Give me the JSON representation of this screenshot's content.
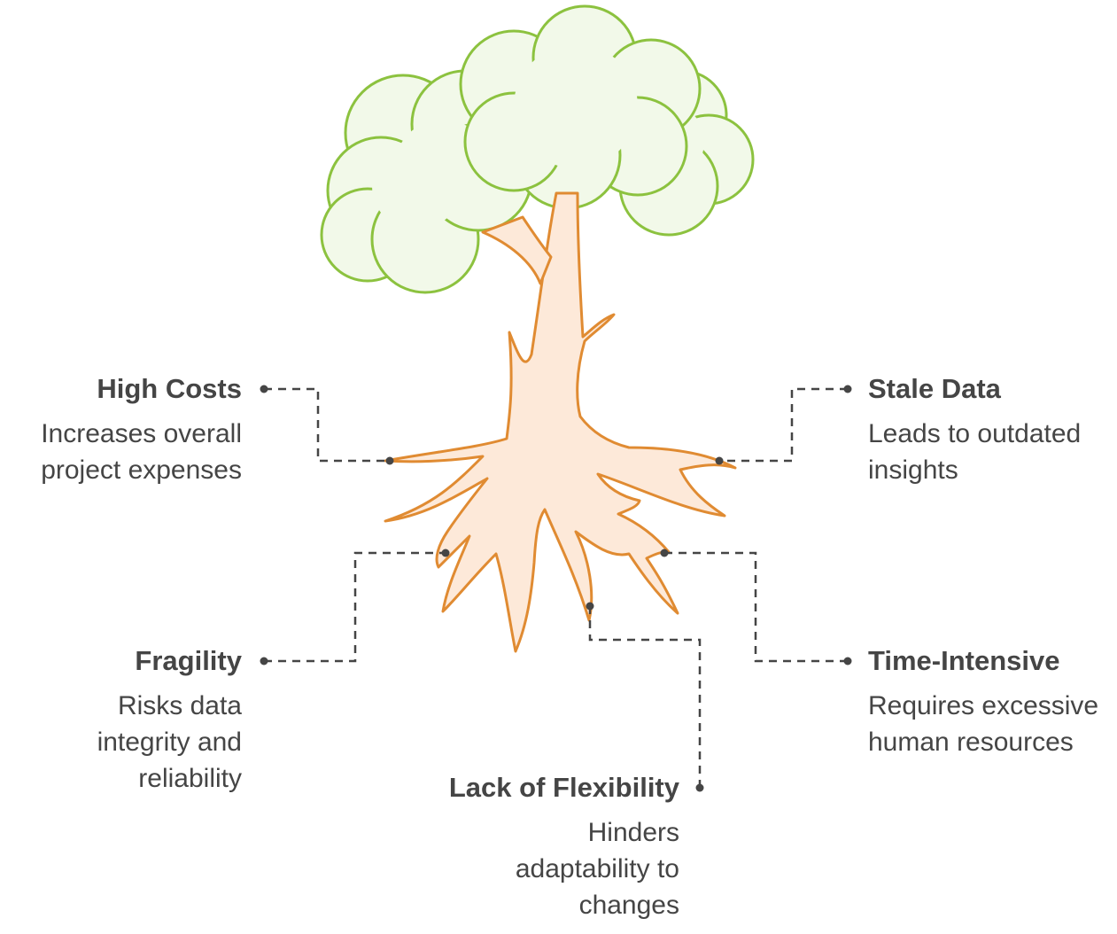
{
  "diagram": {
    "colors": {
      "canopy_fill": "#f2f9e9",
      "canopy_stroke": "#8cc23f",
      "trunk_fill": "#fde9d9",
      "trunk_stroke": "#e08b32",
      "text": "#454545",
      "connector": "#454545"
    },
    "items": [
      {
        "title": "High Costs",
        "description": "Increases overall project expenses"
      },
      {
        "title": "Stale Data",
        "description": "Leads to outdated insights"
      },
      {
        "title": "Fragility",
        "description": "Risks data integrity and reliability"
      },
      {
        "title": "Time-Intensive",
        "description": "Requires excessive human resources"
      },
      {
        "title": "Lack of Flexibility",
        "description": "Hinders adaptability to changes"
      }
    ]
  }
}
